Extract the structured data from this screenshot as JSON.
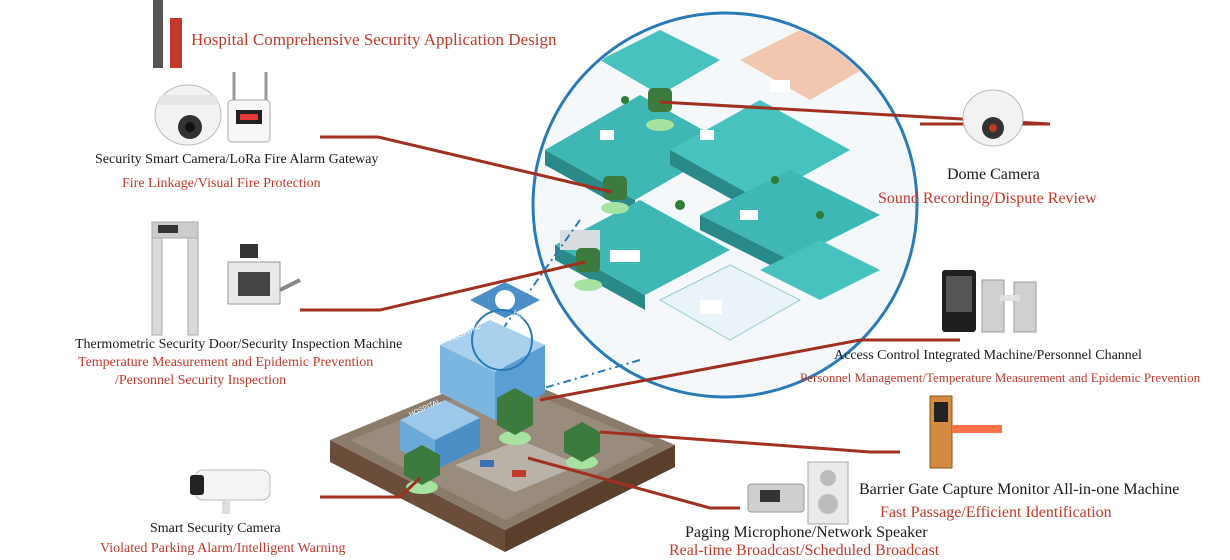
{
  "title": "Hospital Comprehensive Security Application Design",
  "devices": {
    "smart_camera_gateway": {
      "name": "Security Smart Camera/LoRa Fire Alarm Gateway",
      "function": "Fire Linkage/Visual Fire Protection"
    },
    "security_door": {
      "name": "Thermometric Security Door/Security Inspection Machine",
      "function_line1": "Temperature Measurement and Epidemic Prevention",
      "function_line2": "/Personnel Security Inspection"
    },
    "smart_security_camera": {
      "name": "Smart Security Camera",
      "function": "Violated Parking Alarm/Intelligent Warning"
    },
    "dome_camera": {
      "name": "Dome Camera",
      "function": "Sound Recording/Dispute Review"
    },
    "access_control": {
      "name": "Access Control Integrated Machine/Personnel Channel",
      "function": "Personnel Management/Temperature Measurement and Epidemic Prevention"
    },
    "barrier_gate": {
      "name": "Barrier Gate Capture Monitor All-in-one Machine",
      "function": "Fast Passage/Efficient Identification"
    },
    "paging": {
      "name": "Paging Microphone/Network Speaker",
      "function": "Real-time Broadcast/Scheduled Broadcast"
    }
  },
  "building_signs": [
    "HOSPITAL",
    "HOSPITAL",
    "HOSPITAL"
  ],
  "colors": {
    "accent_red": "#c0392b",
    "leader_line": "#a0301f",
    "floor_teal": "#3fb8b5",
    "circle_border": "#2a7ab8",
    "marker_green": "#3d7a3d"
  }
}
